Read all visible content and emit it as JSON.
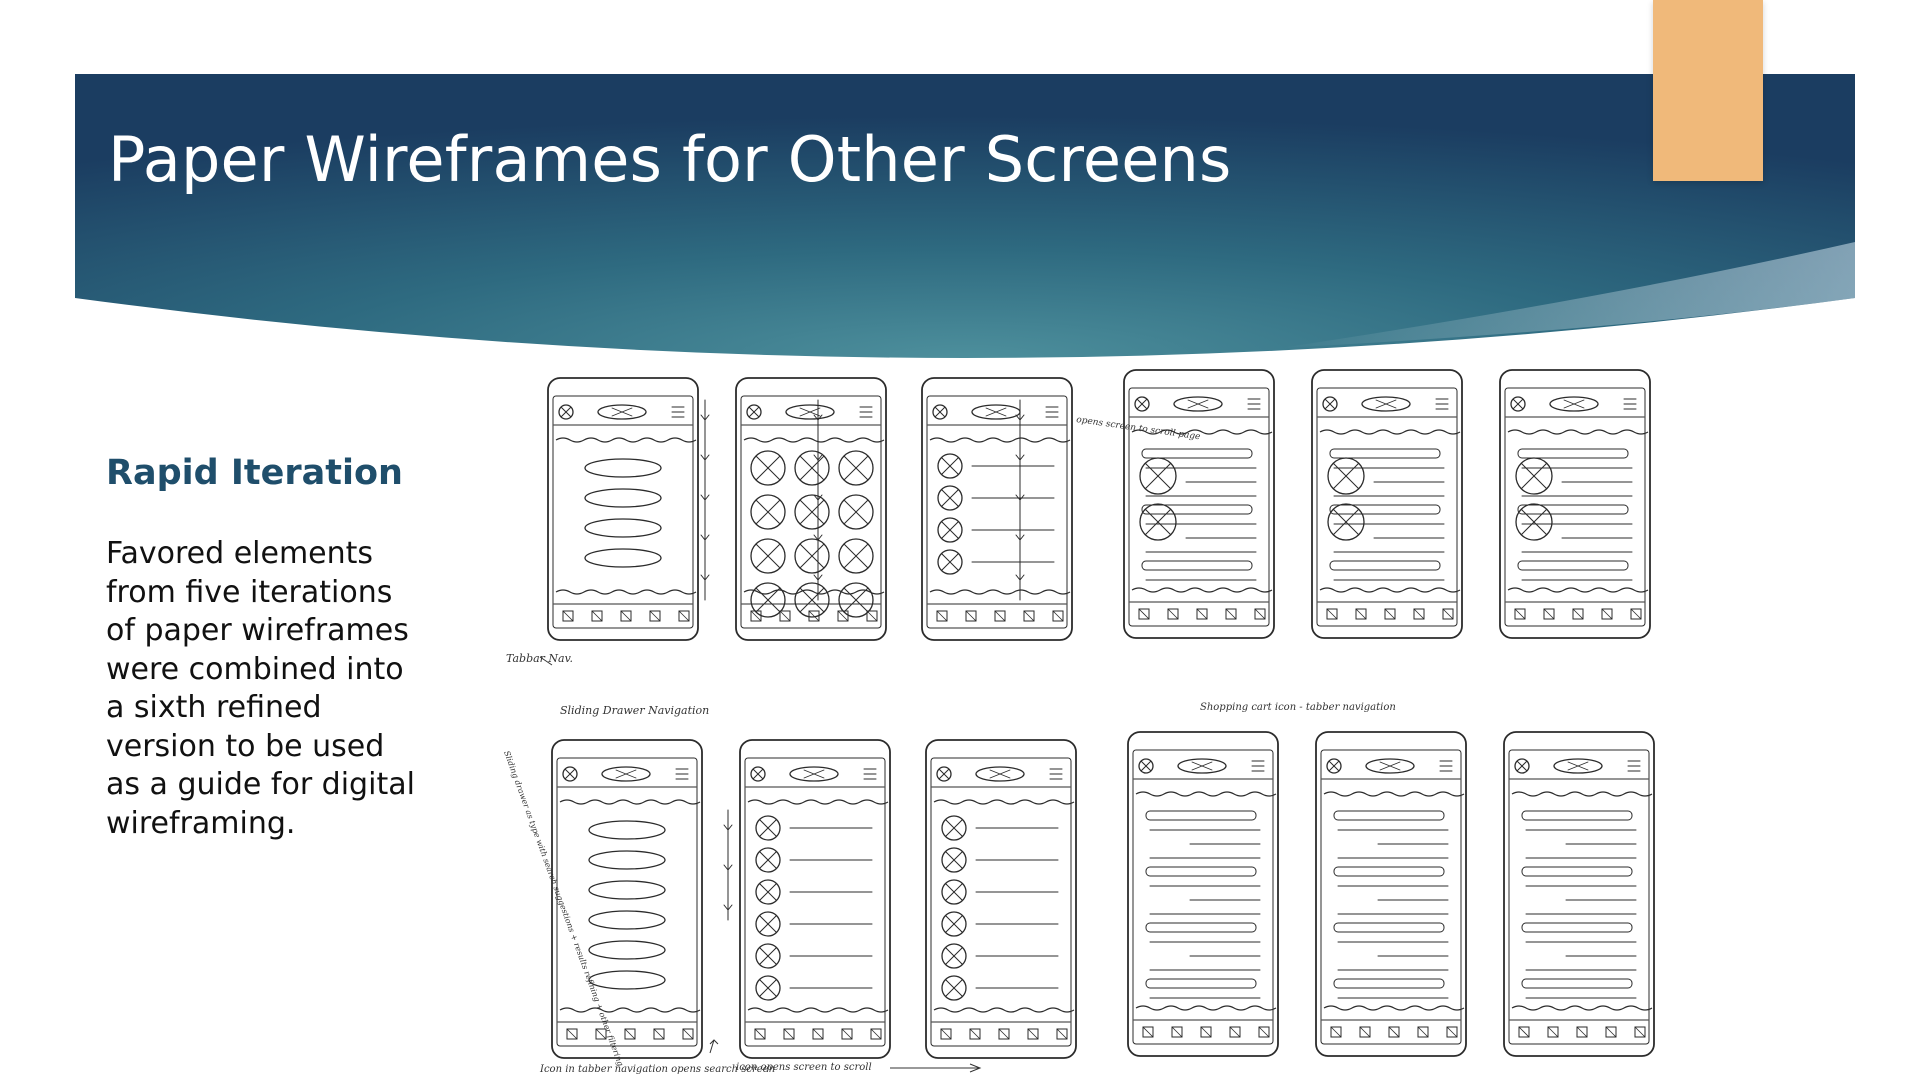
{
  "slide": {
    "title": "Paper Wireframes for Other Screens",
    "subheading": "Rapid Iteration",
    "body": "Favored elements\nfrom five iterations\nof paper wireframes\nwere combined into\na sixth refined\nversion to be used\nas a guide for digital\nwireframing."
  },
  "wireframe_notes": {
    "tabbar_nav": "Tabbar Nav.",
    "sliding_drawer_navigation": "Sliding Drawer Navigation",
    "opens_screen_to_scroll_page": "opens screen to scroll page",
    "shopping_cart_icon": "Shopping cart icon - tabber navigation",
    "sliding_drawer_search": "Sliding drawer as type with search suggestions + results refining + other filtering",
    "icon_in_tabbar_opens_search": "Icon in tabber navigation opens search screen",
    "icon_opens_screen_to_scroll": "icon opens screen to scroll"
  },
  "colors": {
    "banner_dark": "#1b3d61",
    "banner_teal": "#3f7f8f",
    "accent_tab": "#f0b97a",
    "title_text": "#ffffff",
    "subheading_text": "#1f4e6b",
    "body_text": "#111111",
    "sketch_ink": "#2b2b2b"
  }
}
